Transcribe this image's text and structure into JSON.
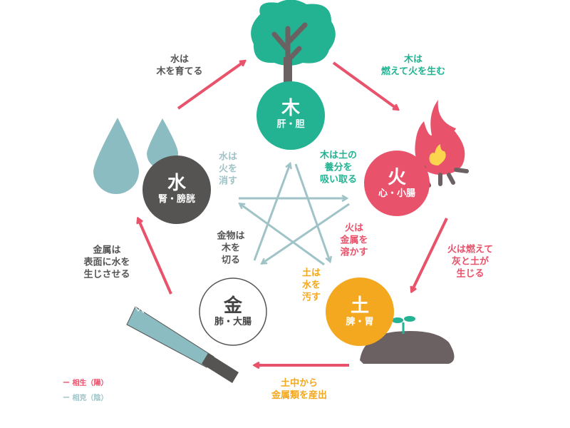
{
  "colors": {
    "wood": "#23b393",
    "fire": "#e8526b",
    "earth": "#f3a81f",
    "metal": "#ffffff",
    "water": "#555453",
    "generate": "#e8526b",
    "control": "#9fc3c7",
    "drop": "#8bbcc1"
  },
  "elements": {
    "wood": {
      "name": "木",
      "organs": "肝・胆"
    },
    "fire": {
      "name": "火",
      "organs": "心・小腸"
    },
    "earth": {
      "name": "土",
      "organs": "脾・胃"
    },
    "metal": {
      "name": "金",
      "organs": "肺・大腸"
    },
    "water": {
      "name": "水",
      "organs": "腎・膀胱"
    }
  },
  "generating_labels": {
    "water_wood": "水は\n木を育てる",
    "wood_fire": "木は\n燃えて火を生む",
    "fire_earth": "火は燃えて\n灰と土が\n生じる",
    "earth_metal": "土中から\n金属類を産出",
    "metal_water": "金属は\n表面に水を\n生じさせる"
  },
  "controlling_labels": {
    "water_fire": "水は\n火を\n消す",
    "wood_earth": "木は土の\n養分を\n吸い取る",
    "fire_metal": "火は\n金属を\n溶かす",
    "metal_wood": "金物は\n木を\n切る",
    "earth_water": "土は\n水を\n汚す"
  },
  "legend": {
    "generate": "ー 相生（陽）",
    "control": "ー 相克（陰）"
  }
}
